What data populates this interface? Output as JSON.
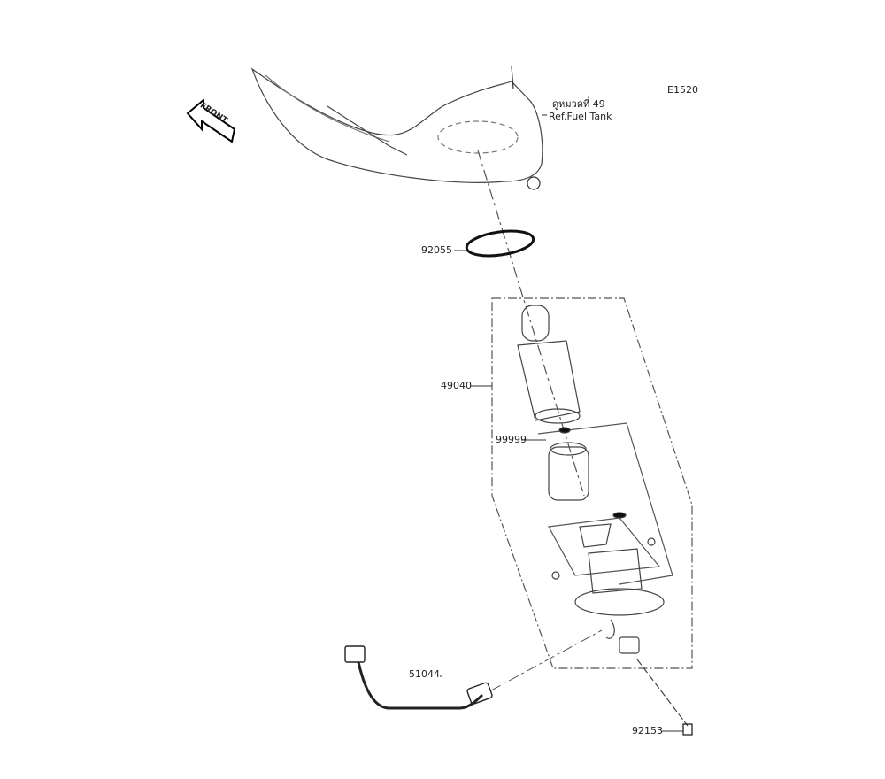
{
  "diagram_code": "E1520",
  "reference": {
    "thai": "ดูหมวดที่ 49",
    "text": "Ref.Fuel Tank"
  },
  "front_label": "FRONT",
  "parts": [
    {
      "number": "92055"
    },
    {
      "number": "49040"
    },
    {
      "number": "99999"
    },
    {
      "number": "51044"
    },
    {
      "number": "92153"
    }
  ]
}
